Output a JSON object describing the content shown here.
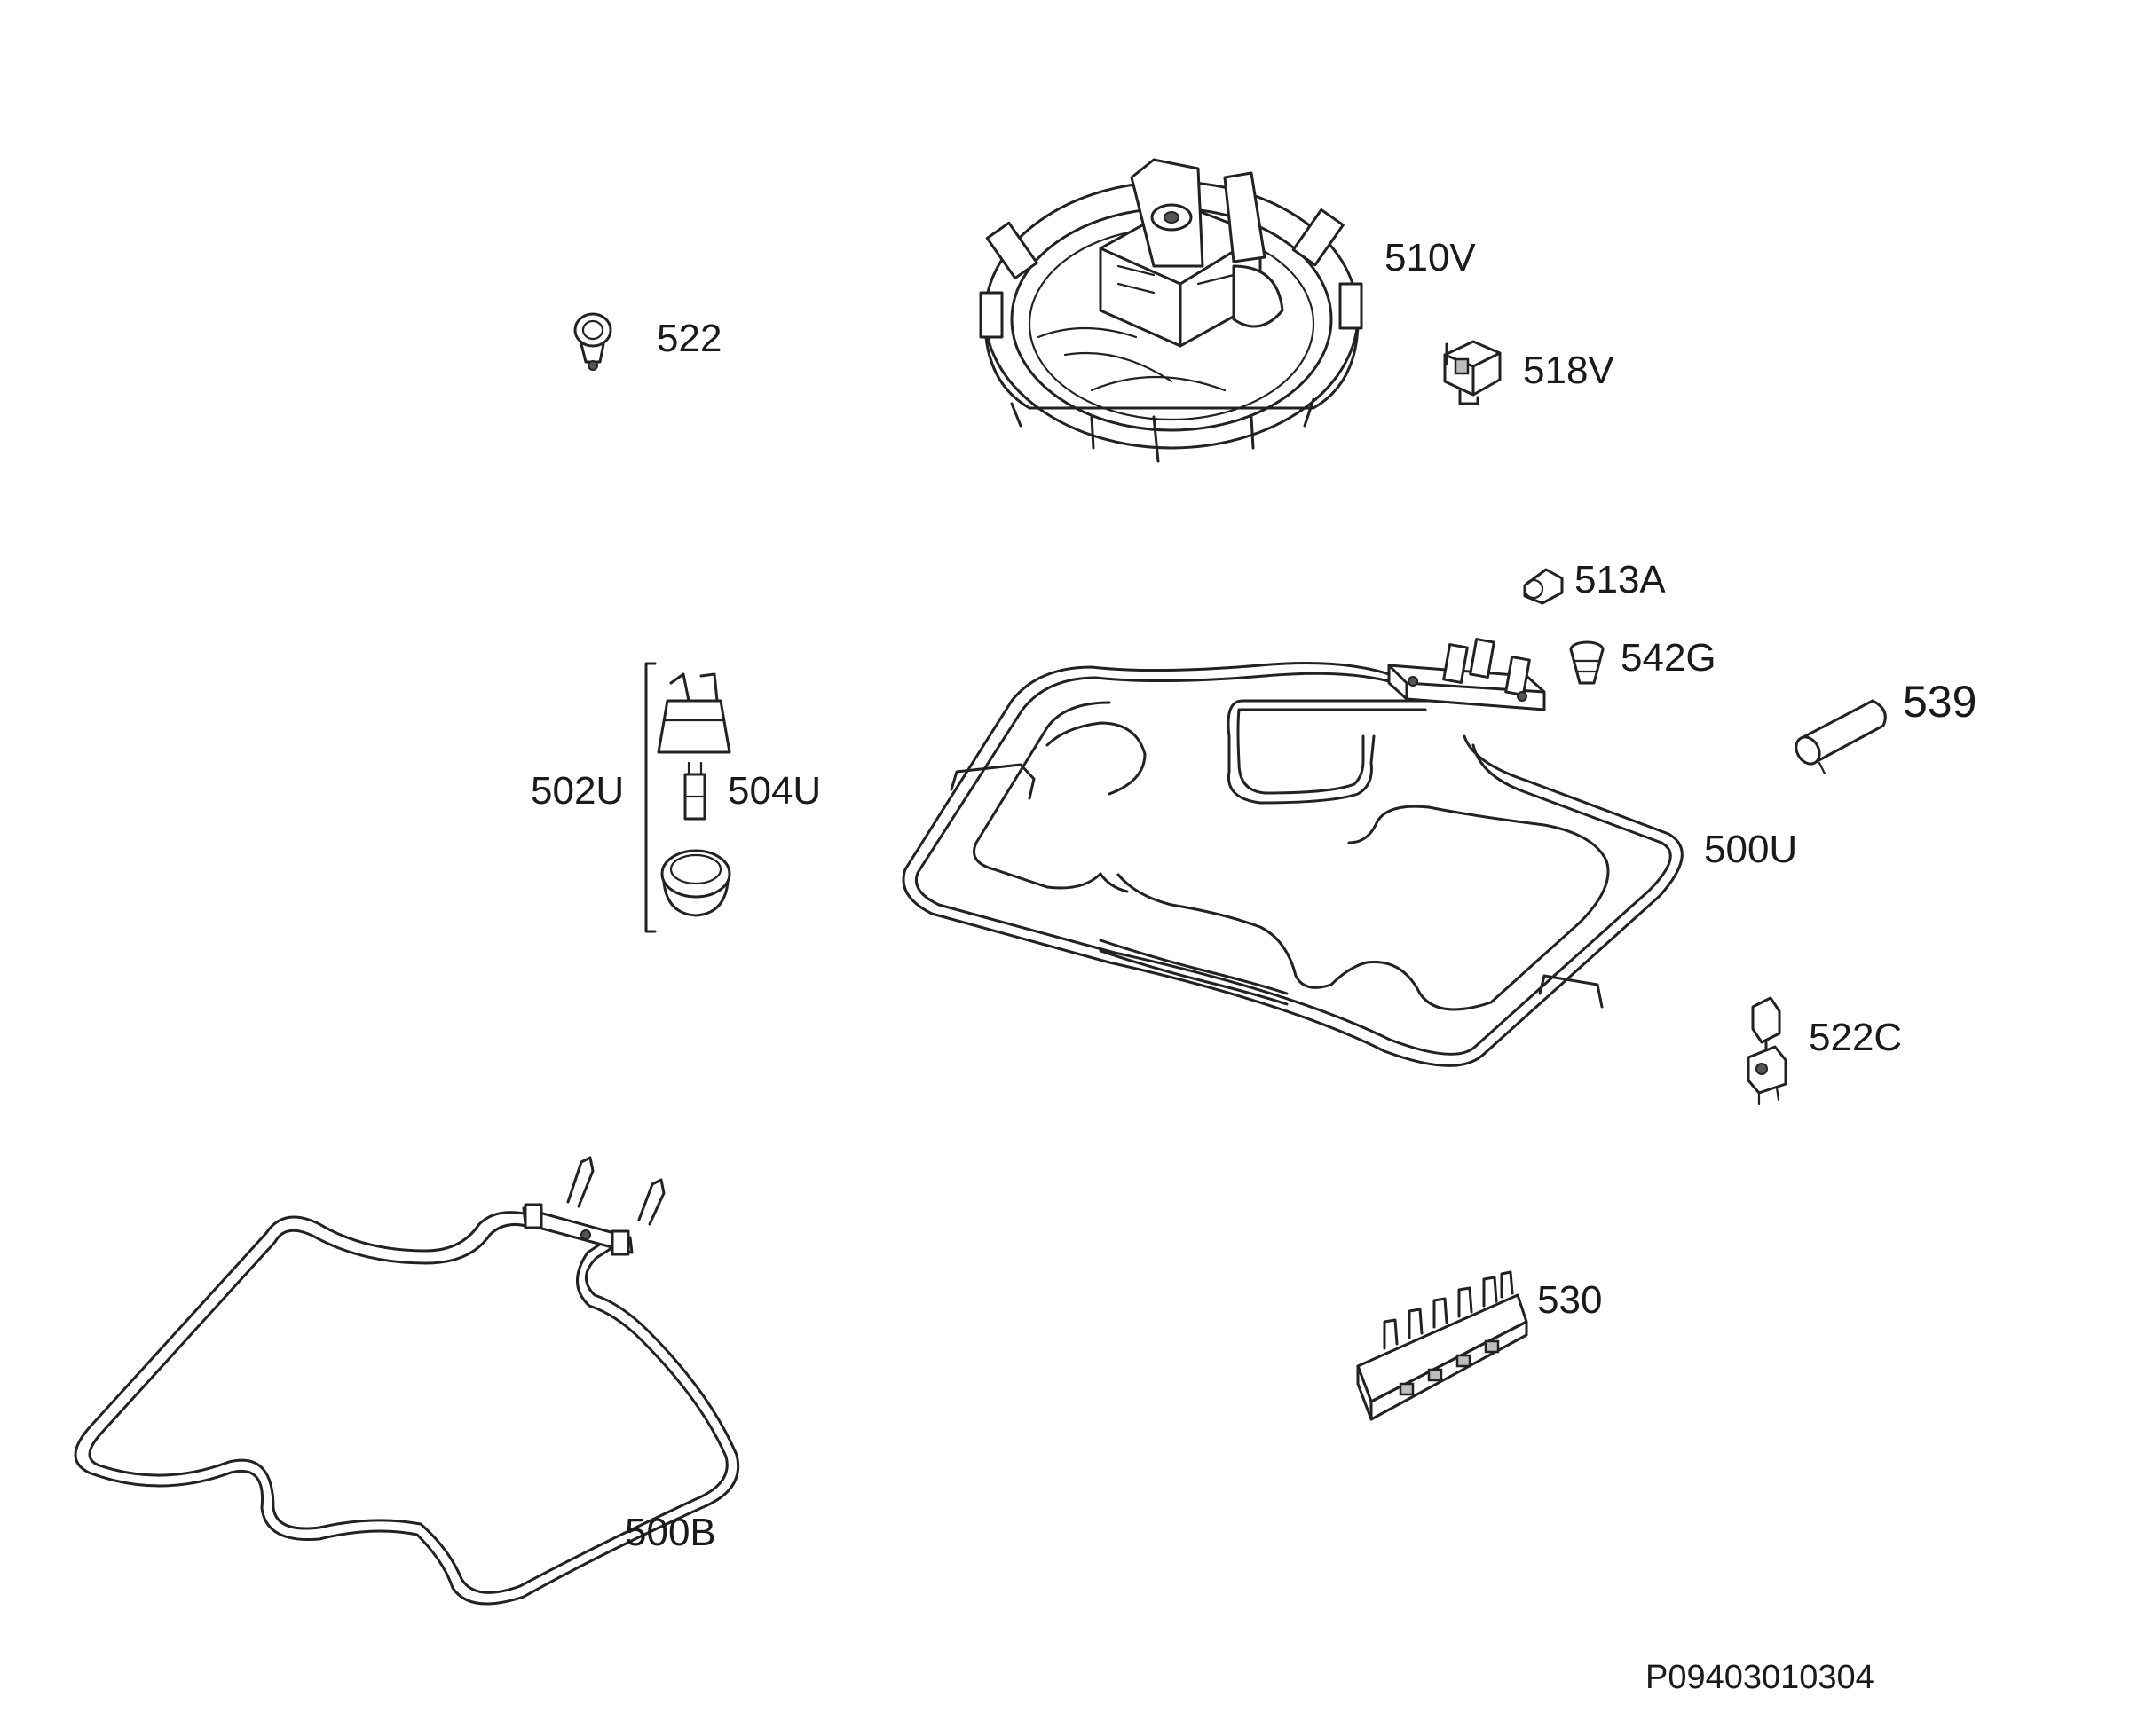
{
  "diagram": {
    "labels": {
      "fan_motor": "510V",
      "clip_522": "522",
      "thermostat_518v": "518V",
      "part_513a": "513A",
      "part_542g": "542G",
      "tube_539": "539",
      "lamp_group": "502U",
      "lamp_holder": "504U",
      "top_element": "500U",
      "switch_522c": "522C",
      "terminal_block": "530",
      "bottom_element": "500B"
    },
    "drawing_code": "P09403010304"
  },
  "colors": {
    "line": "#222222",
    "background": "#ffffff"
  }
}
